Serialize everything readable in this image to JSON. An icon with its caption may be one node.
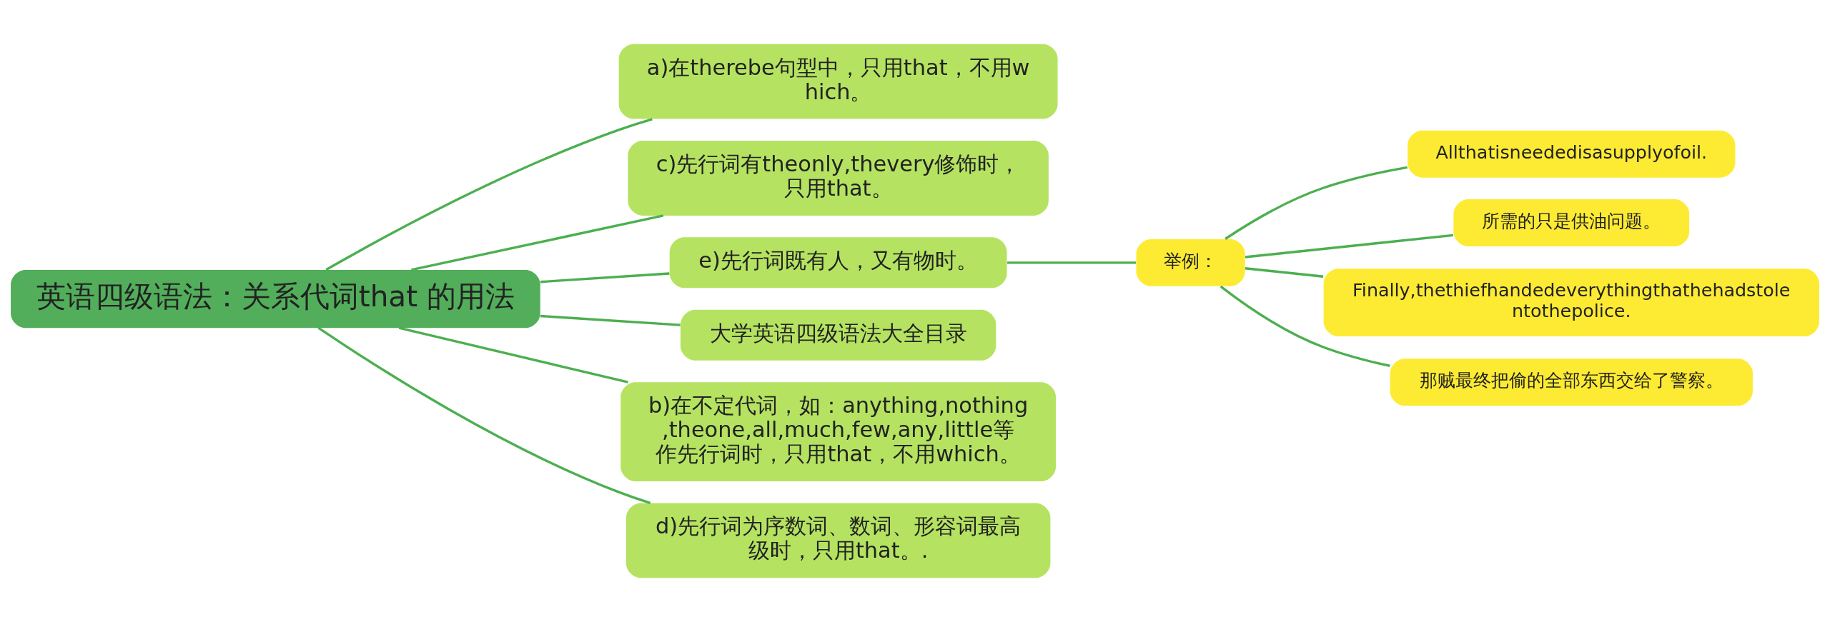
{
  "diagram": {
    "nodes": [
      {
        "text": [
          "英语四级语法：关系代词that 的用法"
        ]
      },
      {
        "text": [
          "a)在therebe句型中，只用that，不用which。"
        ]
      },
      {
        "text": [
          "c)先行词有theonly,thevery修饰时，只用that。"
        ]
      },
      {
        "text": [
          "e)先行词既有人，又有物时。"
        ]
      },
      {
        "text": [
          "举例："
        ]
      },
      {
        "text": [
          "Allthatisneededisasupplyofoil."
        ]
      },
      {
        "text": [
          "所需的只是供油问题。"
        ]
      },
      {
        "text": [
          "Finally,thethiefhandedeverythingthathehadstolentothepolice."
        ]
      },
      {
        "text": [
          "那贼最终把偷的全部东西交给了警察。"
        ]
      },
      {
        "text": [
          "大学英语四级语法大全目录"
        ]
      },
      {
        "text": [
          "b)在不定代词，如：anything,nothing,theone,all,much,few,any,little等作先行词时，只用that，不用which。"
        ]
      },
      {
        "text": [
          "d)先行词为序数词、数词、形容词最高级时，只用that。."
        ]
      }
    ],
    "edges": [
      {
        "from": 0,
        "to": 1,
        "arrow": "none"
      },
      {
        "from": 0,
        "to": 2,
        "arrow": "none"
      },
      {
        "from": 0,
        "to": 3,
        "arrow": "none"
      },
      {
        "from": 3,
        "to": 4,
        "arrow": "none"
      },
      {
        "from": 4,
        "to": 5,
        "arrow": "none"
      },
      {
        "from": 4,
        "to": 6,
        "arrow": "none"
      },
      {
        "from": 4,
        "to": 7,
        "arrow": "none"
      },
      {
        "from": 4,
        "to": 8,
        "arrow": "none"
      },
      {
        "from": 0,
        "to": 9,
        "arrow": "none"
      },
      {
        "from": 0,
        "to": 10,
        "arrow": "none"
      },
      {
        "from": 0,
        "to": 11,
        "arrow": "none"
      }
    ]
  }
}
